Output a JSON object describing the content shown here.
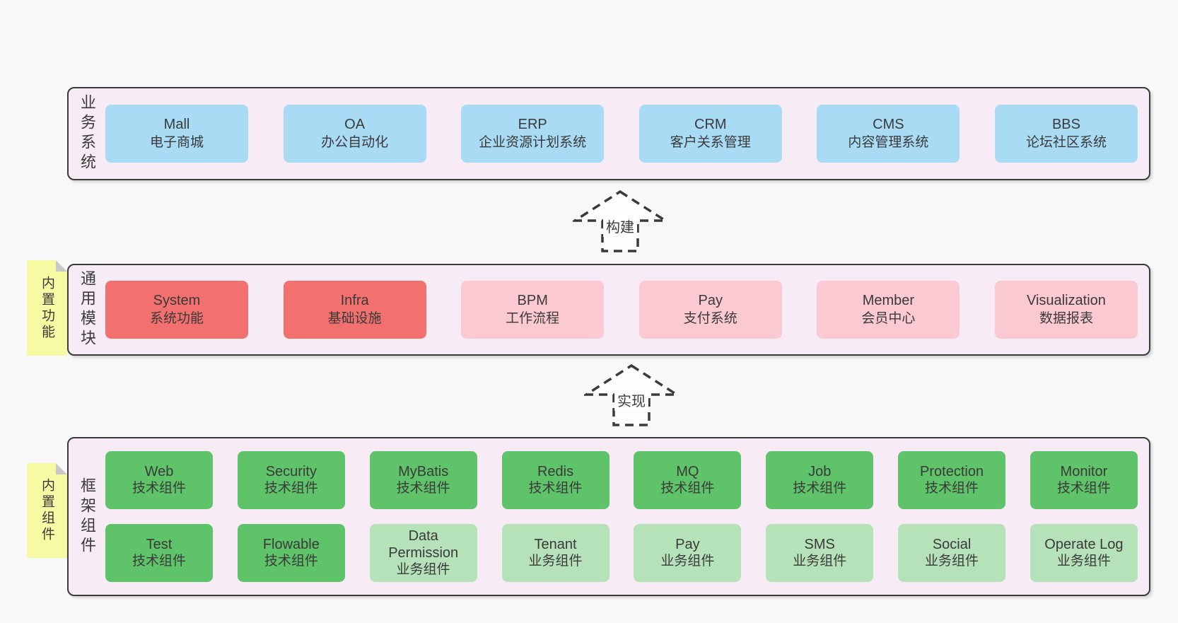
{
  "layers": [
    {
      "label": "业务系统",
      "boxes": [
        {
          "title": "Mall",
          "subtitle": "电子商城",
          "variant": "blue"
        },
        {
          "title": "OA",
          "subtitle": "办公自动化",
          "variant": "blue"
        },
        {
          "title": "ERP",
          "subtitle": "企业资源计划系统",
          "variant": "blue"
        },
        {
          "title": "CRM",
          "subtitle": "客户关系管理",
          "variant": "blue"
        },
        {
          "title": "CMS",
          "subtitle": "内容管理系统",
          "variant": "blue"
        },
        {
          "title": "BBS",
          "subtitle": "论坛社区系统",
          "variant": "blue"
        }
      ]
    },
    {
      "label": "通用模块",
      "note": "内置功能",
      "boxes": [
        {
          "title": "System",
          "subtitle": "系统功能",
          "variant": "red"
        },
        {
          "title": "Infra",
          "subtitle": "基础设施",
          "variant": "red"
        },
        {
          "title": "BPM",
          "subtitle": "工作流程",
          "variant": "pink"
        },
        {
          "title": "Pay",
          "subtitle": "支付系统",
          "variant": "pink"
        },
        {
          "title": "Member",
          "subtitle": "会员中心",
          "variant": "pink"
        },
        {
          "title": "Visualization",
          "subtitle": "数据报表",
          "variant": "pink"
        }
      ]
    },
    {
      "label": "框架组件",
      "note": "内置组件",
      "rows": [
        [
          {
            "title": "Web",
            "subtitle": "技术组件",
            "variant": "green"
          },
          {
            "title": "Security",
            "subtitle": "技术组件",
            "variant": "green"
          },
          {
            "title": "MyBatis",
            "subtitle": "技术组件",
            "variant": "green"
          },
          {
            "title": "Redis",
            "subtitle": "技术组件",
            "variant": "green"
          },
          {
            "title": "MQ",
            "subtitle": "技术组件",
            "variant": "green"
          },
          {
            "title": "Job",
            "subtitle": "技术组件",
            "variant": "green"
          },
          {
            "title": "Protection",
            "subtitle": "技术组件",
            "variant": "green"
          },
          {
            "title": "Monitor",
            "subtitle": "技术组件",
            "variant": "green"
          }
        ],
        [
          {
            "title": "Test",
            "subtitle": "技术组件",
            "variant": "green"
          },
          {
            "title": "Flowable",
            "subtitle": "技术组件",
            "variant": "green"
          },
          {
            "title": "Data Permission",
            "subtitle": "业务组件",
            "variant": "lightgreen"
          },
          {
            "title": "Tenant",
            "subtitle": "业务组件",
            "variant": "lightgreen"
          },
          {
            "title": "Pay",
            "subtitle": "业务组件",
            "variant": "lightgreen"
          },
          {
            "title": "SMS",
            "subtitle": "业务组件",
            "variant": "lightgreen"
          },
          {
            "title": "Social",
            "subtitle": "业务组件",
            "variant": "lightgreen"
          },
          {
            "title": "Operate Log",
            "subtitle": "业务组件",
            "variant": "lightgreen"
          }
        ]
      ]
    }
  ],
  "arrows": [
    {
      "label": "构建"
    },
    {
      "label": "实现"
    }
  ],
  "colors": {
    "canvas_bg": "#f8f8f8",
    "layer_bg": "#f7ecf5",
    "layer_border": "#3a3a3a",
    "blue_box": "#a9dbf5",
    "red_box": "#f2706e",
    "pink_box": "#fbc9d2",
    "green_box": "#5fc36a",
    "light_green_box": "#b5e2b8",
    "note_yellow": "#f7f9a3",
    "text": "#3a3a3a"
  }
}
